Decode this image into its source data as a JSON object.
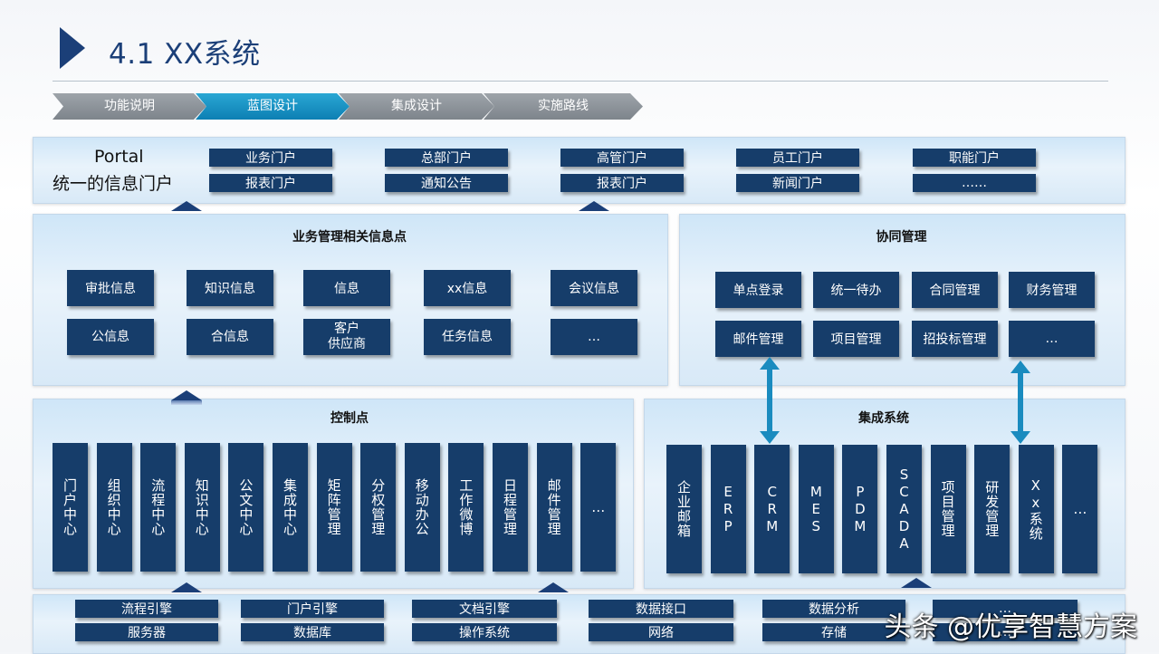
{
  "page": {
    "title": "4.1 XX系统"
  },
  "steps": [
    {
      "label": "功能说明",
      "active": false
    },
    {
      "label": "蓝图设计",
      "active": true
    },
    {
      "label": "集成设计",
      "active": false
    },
    {
      "label": "实施路线",
      "active": false
    }
  ],
  "portal": {
    "title_line1": "Portal",
    "title_line2": "统一的信息门户",
    "items": [
      [
        "业务门户",
        "报表门户"
      ],
      [
        "总部门户",
        "通知公告"
      ],
      [
        "高管门户",
        "报表门户"
      ],
      [
        "员工门户",
        "新闻门户"
      ],
      [
        "职能门户",
        "……"
      ]
    ]
  },
  "business": {
    "title": "业务管理相关信息点",
    "row1": [
      "审批信息",
      "知识信息",
      "信息",
      "xx信息",
      "会议信息"
    ],
    "row2": [
      "公信息",
      "合信息",
      "客户\n供应商",
      "任务信息",
      "…"
    ]
  },
  "collab": {
    "title": "协同管理",
    "row1": [
      "单点登录",
      "统一待办",
      "合同管理",
      "财务管理"
    ],
    "row2": [
      "邮件管理",
      "项目管理",
      "招投标管理",
      "…"
    ]
  },
  "control": {
    "title": "控制点",
    "items": [
      "门户中心",
      "组织中心",
      "流程中心",
      "知识中心",
      "公文中心",
      "集成中心",
      "矩阵管理",
      "分权管理",
      "移动办公",
      "工作微博",
      "日程管理",
      "邮件管理",
      "…"
    ]
  },
  "integration": {
    "title": "集成系统",
    "items": [
      "企业邮箱",
      "ERP",
      "CRM",
      "MES",
      "PDM",
      "SCADA",
      "项目管理",
      "研发管理",
      "Xx系统",
      "…"
    ]
  },
  "infra": {
    "row1": [
      "流程引擎",
      "门户引擎",
      "文档引擎",
      "数据接口",
      "数据分析",
      "…"
    ],
    "row2": [
      "服务器",
      "数据库",
      "操作系统",
      "网络",
      "存储",
      "…"
    ]
  },
  "watermark": "头条 @优享智慧方案"
}
